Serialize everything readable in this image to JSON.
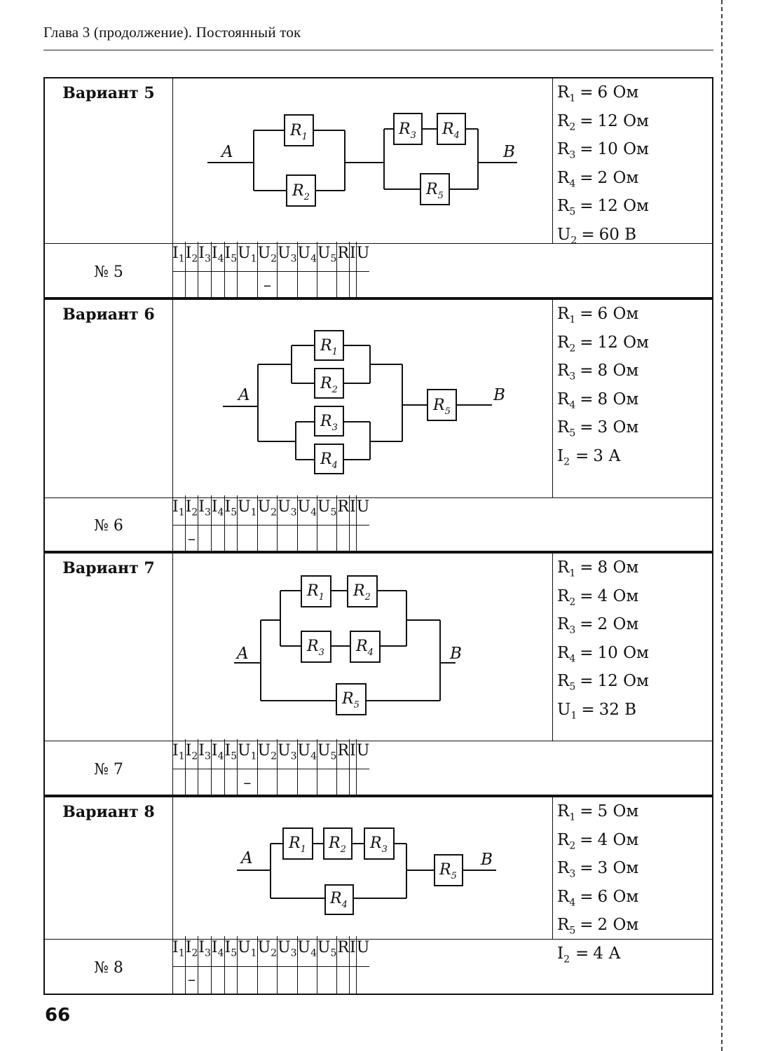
{
  "header": {
    "title": "Глава 3 (продолжение). Постоянный ток"
  },
  "page_number": "66",
  "columns": [
    "I1",
    "I2",
    "I3",
    "I4",
    "I5",
    "U1",
    "U2",
    "U3",
    "U4",
    "U5",
    "R",
    "I",
    "U"
  ],
  "column_labels": [
    {
      "main": "I",
      "sub": "1"
    },
    {
      "main": "I",
      "sub": "2"
    },
    {
      "main": "I",
      "sub": "3"
    },
    {
      "main": "I",
      "sub": "4"
    },
    {
      "main": "I",
      "sub": "5"
    },
    {
      "main": "U",
      "sub": "1"
    },
    {
      "main": "U",
      "sub": "2"
    },
    {
      "main": "U",
      "sub": "3"
    },
    {
      "main": "U",
      "sub": "4"
    },
    {
      "main": "U",
      "sub": "5"
    },
    {
      "main": "R",
      "sub": ""
    },
    {
      "main": "I",
      "sub": ""
    },
    {
      "main": "U",
      "sub": ""
    }
  ],
  "node_labels": {
    "a": "A",
    "b": "B"
  },
  "resistor_labels": [
    {
      "main": "R",
      "sub": "1"
    },
    {
      "main": "R",
      "sub": "2"
    },
    {
      "main": "R",
      "sub": "3"
    },
    {
      "main": "R",
      "sub": "4"
    },
    {
      "main": "R",
      "sub": "5"
    }
  ],
  "variants": [
    {
      "title": "Вариант 5",
      "number": "№ 5",
      "given": [
        {
          "sym": "R",
          "sub": "1",
          "eq": "=",
          "val": "6 Ом"
        },
        {
          "sym": "R",
          "sub": "2",
          "eq": "=",
          "val": "12 Ом"
        },
        {
          "sym": "R",
          "sub": "3",
          "eq": "=",
          "val": "10 Ом"
        },
        {
          "sym": "R",
          "sub": "4",
          "eq": "=",
          "val": "2 Ом"
        },
        {
          "sym": "R",
          "sub": "5",
          "eq": "=",
          "val": "12 Ом"
        },
        {
          "sym": "U",
          "sub": "2",
          "eq": "=",
          "val": "60 В"
        }
      ],
      "answers": [
        "",
        "",
        "",
        "",
        "",
        "",
        "–",
        "",
        "",
        "",
        "",
        "",
        ""
      ]
    },
    {
      "title": "Вариант 6",
      "number": "№ 6",
      "given": [
        {
          "sym": "R",
          "sub": "1",
          "eq": "=",
          "val": "6 Ом"
        },
        {
          "sym": "R",
          "sub": "2",
          "eq": "=",
          "val": "12 Ом"
        },
        {
          "sym": "R",
          "sub": "3",
          "eq": "=",
          "val": "8 Ом"
        },
        {
          "sym": "R",
          "sub": "4",
          "eq": "=",
          "val": "8 Ом"
        },
        {
          "sym": "R",
          "sub": "5",
          "eq": "=",
          "val": "3 Ом"
        },
        {
          "sym": "I",
          "sub": "2",
          "eq": "=",
          "val": "3 А"
        }
      ],
      "answers": [
        "",
        "–",
        "",
        "",
        "",
        "",
        "",
        "",
        "",
        "",
        "",
        "",
        ""
      ]
    },
    {
      "title": "Вариант 7",
      "number": "№ 7",
      "given": [
        {
          "sym": "R",
          "sub": "1",
          "eq": "=",
          "val": "8 Ом"
        },
        {
          "sym": "R",
          "sub": "2",
          "eq": "=",
          "val": "4 Ом"
        },
        {
          "sym": "R",
          "sub": "3",
          "eq": "=",
          "val": "2 Ом"
        },
        {
          "sym": "R",
          "sub": "4",
          "eq": "=",
          "val": "10 Ом"
        },
        {
          "sym": "R",
          "sub": "5",
          "eq": "=",
          "val": "12 Ом"
        },
        {
          "sym": "U",
          "sub": "1",
          "eq": "=",
          "val": "32 В"
        }
      ],
      "answers": [
        "",
        "",
        "",
        "",
        "",
        "–",
        "",
        "",
        "",
        "",
        "",
        "",
        ""
      ]
    },
    {
      "title": "Вариант 8",
      "number": "№ 8",
      "given": [
        {
          "sym": "R",
          "sub": "1",
          "eq": "=",
          "val": "5 Ом"
        },
        {
          "sym": "R",
          "sub": "2",
          "eq": "=",
          "val": "4 Ом"
        },
        {
          "sym": "R",
          "sub": "3",
          "eq": "=",
          "val": "3 Ом"
        },
        {
          "sym": "R",
          "sub": "4",
          "eq": "=",
          "val": "6 Ом"
        },
        {
          "sym": "R",
          "sub": "5",
          "eq": "=",
          "val": "2 Ом"
        },
        {
          "sym": "I",
          "sub": "2",
          "eq": "=",
          "val": "4 А"
        }
      ],
      "answers": [
        "",
        "–",
        "",
        "",
        "",
        "",
        "",
        "",
        "",
        "",
        "",
        "",
        ""
      ]
    }
  ]
}
